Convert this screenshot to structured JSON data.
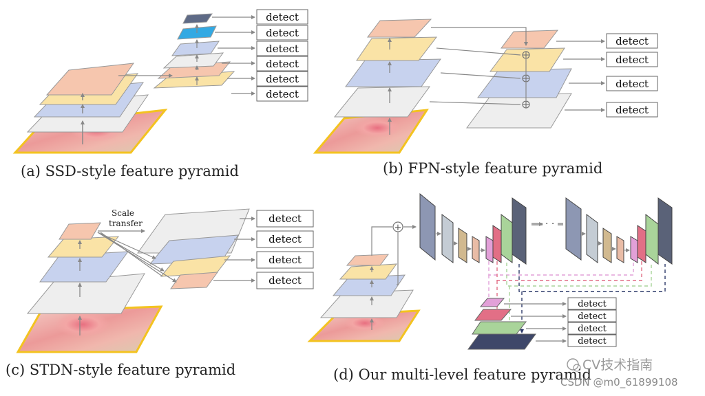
{
  "captions": {
    "a": "(a) SSD-style feature pyramid",
    "b": "(b) FPN-style feature pyramid",
    "c": "(c) STDN-style feature pyramid",
    "d": "(d) Our multi-level feature pyramid"
  },
  "detect_label": "detect",
  "scale_transfer": {
    "line1": "Scale",
    "line2": "transfer"
  },
  "ellipsis": "· · ·",
  "plus": "+",
  "watermark": {
    "line1": "CV技术指南",
    "line2": "CSDN @m0_61899108"
  },
  "colors": {
    "peach": "#f6c6ae",
    "yellow": "#fae3a6",
    "blue": "#c7d2ee",
    "gray": "#eeeeee",
    "navy": "#5e6a86",
    "cyan": "#33a9e3",
    "image_border": "#f3c320",
    "slate": "#8d97b3",
    "silver": "#c4ccd4",
    "tan": "#d1b98f",
    "rose": "#e9bca6",
    "pink": "#e2a0d8",
    "red": "#e26f86",
    "green": "#a9d49a",
    "darkslate": "#5a6278"
  }
}
